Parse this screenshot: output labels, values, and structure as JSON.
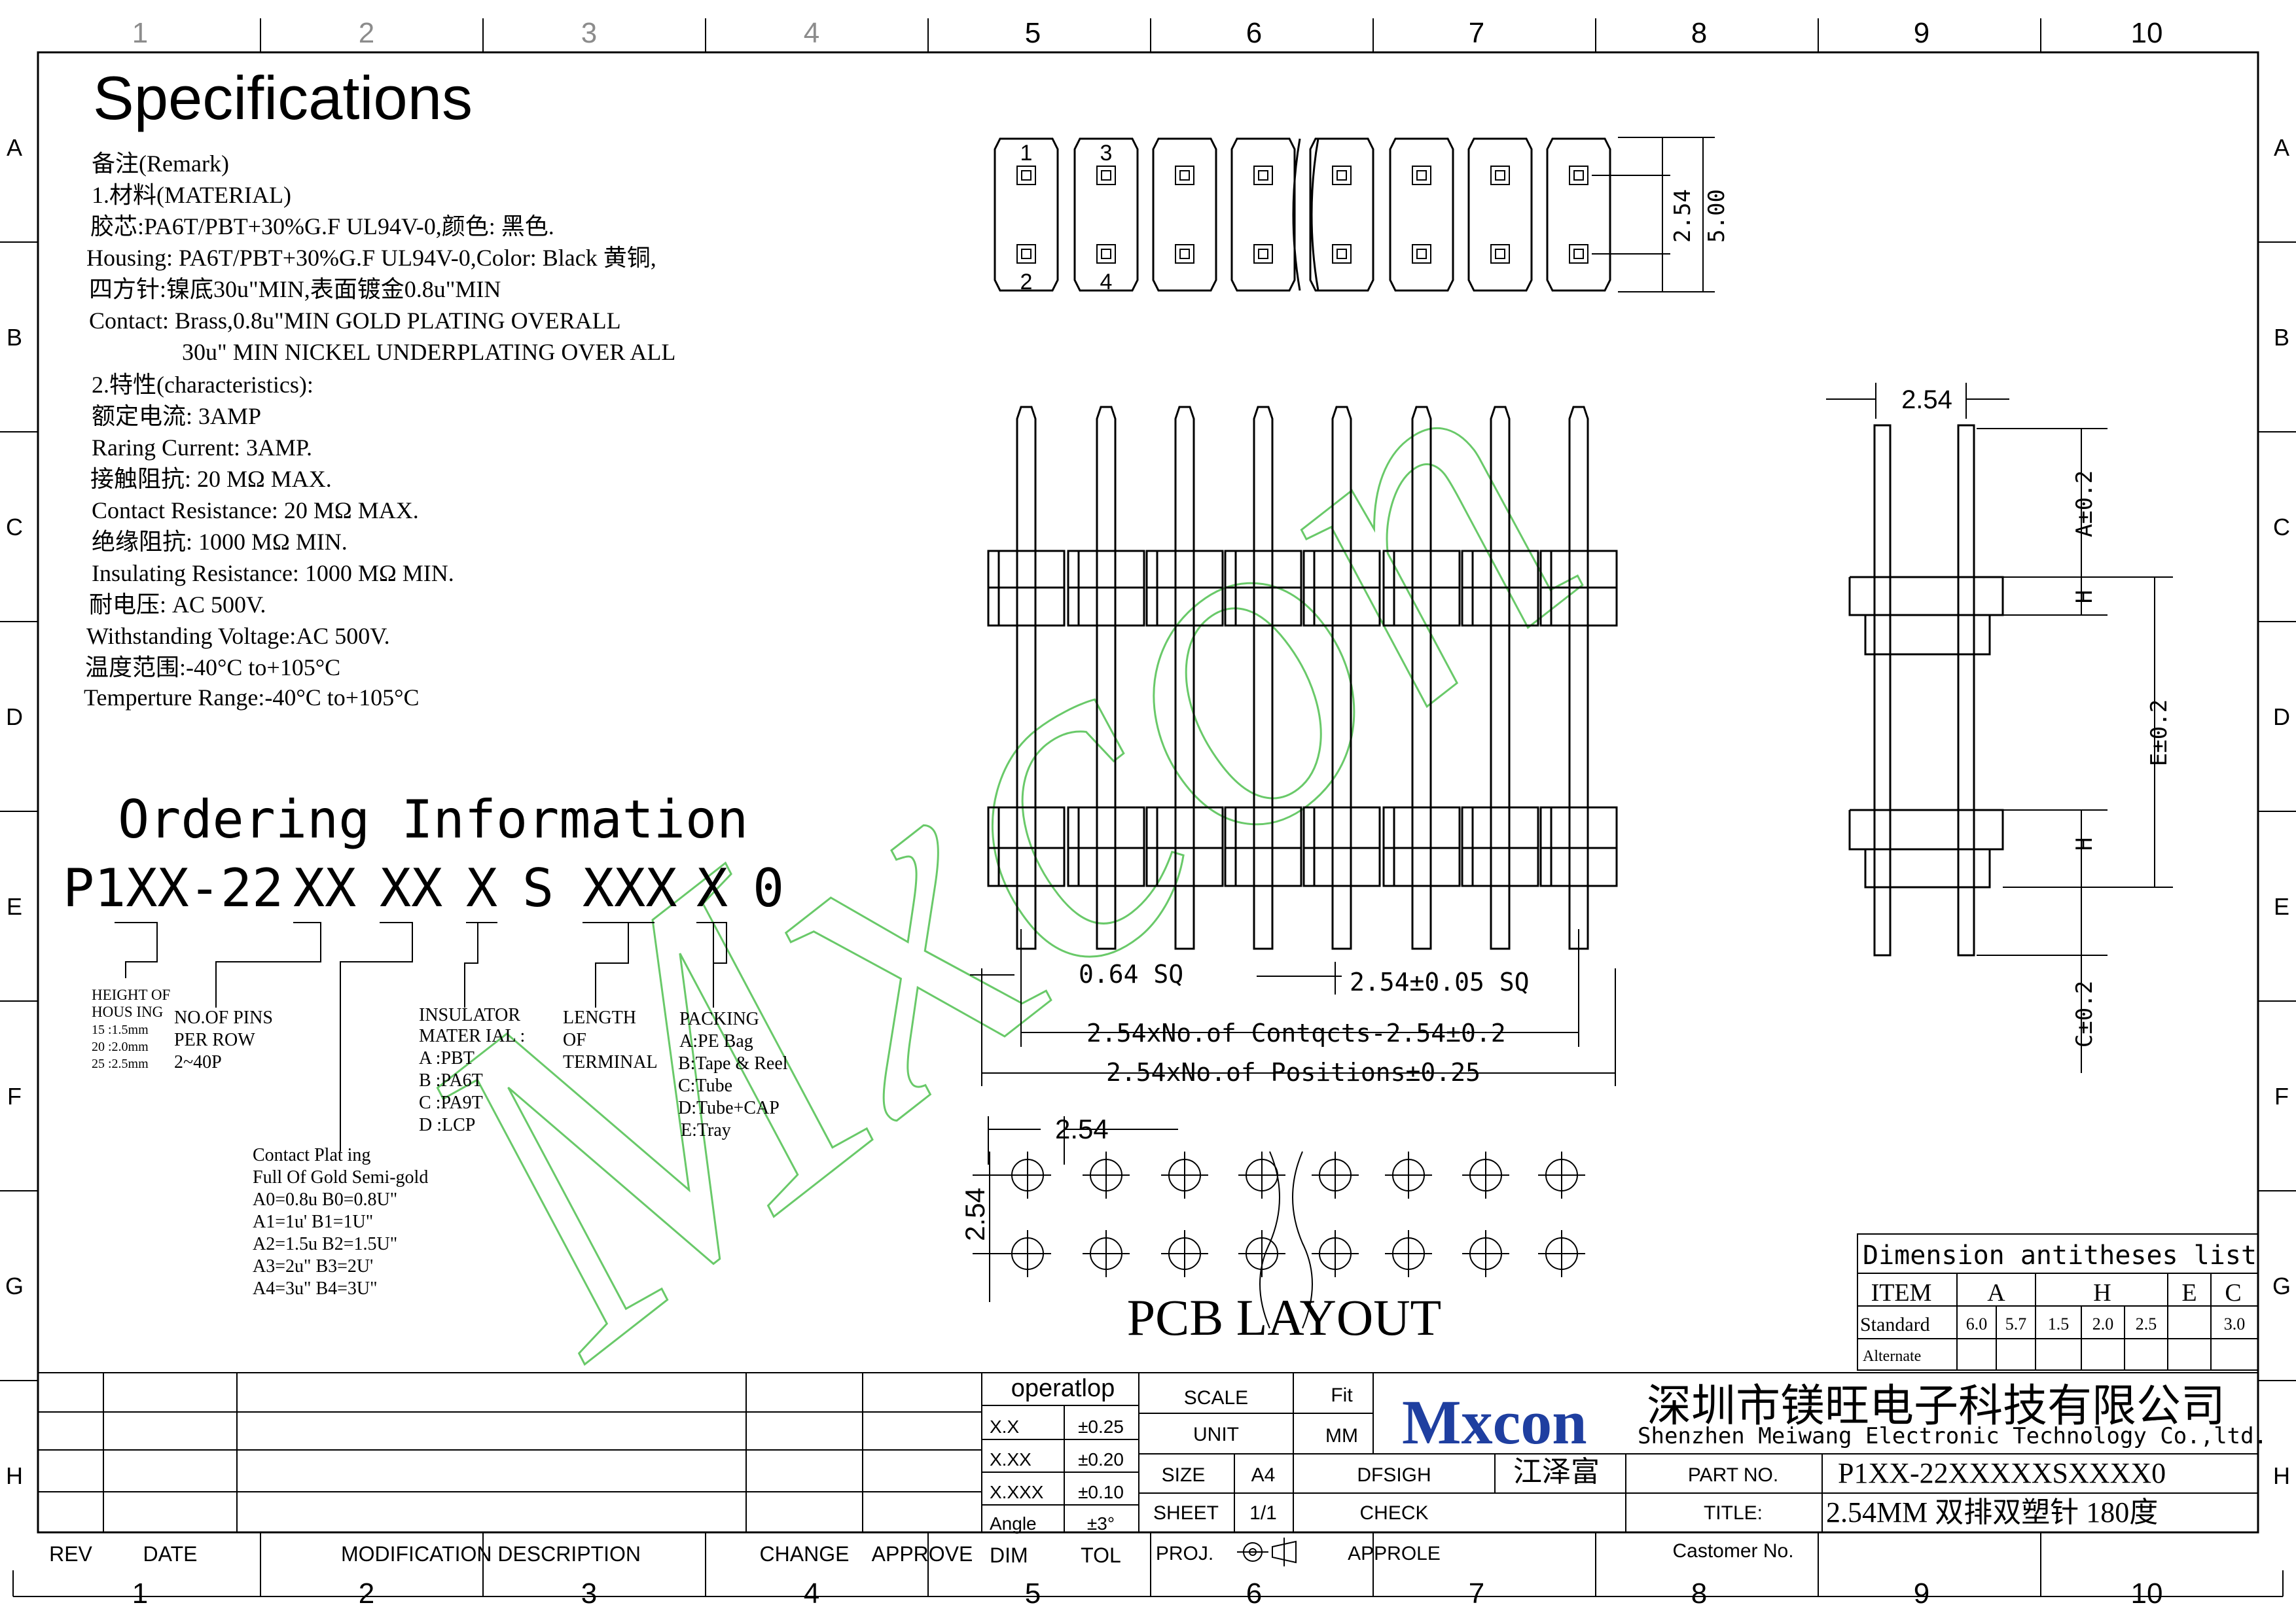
{
  "frame": {
    "columns": [
      "1",
      "2",
      "3",
      "4",
      "5",
      "6",
      "7",
      "8",
      "9",
      "10"
    ],
    "rows": [
      "A",
      "B",
      "C",
      "D",
      "E",
      "F",
      "G",
      "H"
    ]
  },
  "specifications": {
    "heading": "Specifications",
    "lines": [
      "备注(Remark)",
      "1.材料(MATERIAL)",
      "胶芯:PA6T/PBT+30%G.F UL94V-0,颜色: 黑色.",
      "Housing: PA6T/PBT+30%G.F UL94V-0,Color: Black 黄铜,",
      "四方针:镍底30u\"MIN,表面镀金0.8u\"MIN",
      "Contact: Brass,0.8u\"MIN GOLD PLATING OVERALL",
      "30u\" MIN NICKEL UNDERPLATING OVER ALL",
      "2.特性(characteristics):",
      "额定电流: 3AMP",
      "Raring Current: 3AMP.",
      "接触阻抗: 20 MΩ MAX.",
      "Contact Resistance: 20 MΩ MAX.",
      "绝缘阻抗: 1000 MΩ MIN.",
      "Insulating Resistance: 1000 MΩ MIN.",
      "耐电压: AC 500V.",
      "Withstanding Voltage:AC 500V.",
      "温度范围:-40°C to+105°C",
      "Temperture Range:-40°C to+105°C"
    ]
  },
  "ordering": {
    "heading": "Ordering Information",
    "code": [
      "P1XX-22",
      "XX",
      "XX",
      "X",
      "S",
      "XXX",
      "X",
      "0"
    ],
    "height_of_housing": [
      "HEIGHT OF",
      "HOUS ING",
      "15 :1.5mm",
      "20 :2.0mm",
      "25 :2.5mm"
    ],
    "no_of_pins": [
      "NO.OF PINS",
      "PER ROW",
      "2~40P"
    ],
    "insulator": [
      "INSULATOR",
      "MATER IAL :",
      "A :PBT",
      "B :PA6T",
      "C :PA9T",
      "D :LCP"
    ],
    "length": [
      "LENGTH",
      "OF",
      "TERMINAL"
    ],
    "packing": [
      "PACKING",
      "A:PE Bag",
      "B:Tape & Reel",
      "C:Tube",
      "D:Tube+CAP",
      "E:Tray"
    ],
    "contact_plating": [
      "Contact Plat ing",
      "Full Of Gold Semi-gold",
      "A0=0.8u B0=0.8U\"",
      "A1=1u' B1=1U\"",
      "A2=1.5u B2=1.5U\"",
      "A3=2u\" B3=2U'",
      "A4=3u\" B4=3U\""
    ]
  },
  "drawing": {
    "top_view": {
      "pin_labels": [
        "1",
        "3",
        "2",
        "4"
      ],
      "dim_pitch": "2.54",
      "dim_height": "5.00"
    },
    "front_view": {
      "dim_pin_sq": "0.64 SQ",
      "dim_pitch_sq": "2.54±0.05  SQ",
      "dim_contacts": "2.54xNo.of  Contqcts-2.54±0.2",
      "dim_positions": "2.54xNo.of  Positions±0.25"
    },
    "side_view": {
      "dim_pitch": "2.54",
      "dim_a": "A±0.2",
      "dim_h_top": "H",
      "dim_e": "E±0.2",
      "dim_h_bottom": "H",
      "dim_c": "C±0.2"
    },
    "pcb_layout": {
      "title": "PCB LAYOUT",
      "dim_x": "2.54",
      "dim_y": "2.54"
    },
    "watermark": "Mxcon"
  },
  "dimension_list": {
    "title": "Dimension  antitheses list",
    "headers": [
      "ITEM",
      "A",
      "H",
      "E",
      "C"
    ],
    "standard_label": "Standard",
    "standard_values": [
      "6.0",
      "5.7",
      "1.5",
      "2.0",
      "2.5",
      "",
      "3.0"
    ],
    "alternate_label": "Alternate"
  },
  "title_block": {
    "revision_headers": [
      "REV",
      "DATE",
      "MODIFICATION DESCRIPTION",
      "CHANGE",
      "APPROVE"
    ],
    "tolerance": {
      "title": "operatlop",
      "rows": [
        [
          "X.X",
          "±0.25"
        ],
        [
          "X.XX",
          "±0.20"
        ],
        [
          "X.XXX",
          "±0.10"
        ],
        [
          "Angle",
          "±3°"
        ],
        [
          "DIM",
          "TOL"
        ]
      ]
    },
    "scale_label": "SCALE",
    "scale_value": "Fit",
    "unit_label": "UNIT",
    "unit_value": "MM",
    "size_label": "SIZE",
    "size_value": "A4",
    "sheet_label": "SHEET",
    "sheet_value": "1/1",
    "proj_label": "PROJ.",
    "design_label": "DFSIGH",
    "design_value": "江泽富",
    "check_label": "CHECK",
    "approve_label": "APPROLE",
    "logo": "Mxcon",
    "company_cn": "深圳市镁旺电子科技有限公司",
    "company_en": "Shenzhen Meiwang Electronic Technology Co.,ltd.",
    "part_no_label": "PART NO.",
    "part_no_value": "P1XX-22XXXXXSXXXX0",
    "title_label": "TITLE:",
    "title_value": "2.54MM 双排双塑针  180度",
    "customer_label": "Castomer No."
  },
  "colors": {
    "line": "#000000",
    "watermark": "#4fc04f",
    "logo_blue": "#1f3fa0",
    "logo_red": "#d0201b"
  }
}
